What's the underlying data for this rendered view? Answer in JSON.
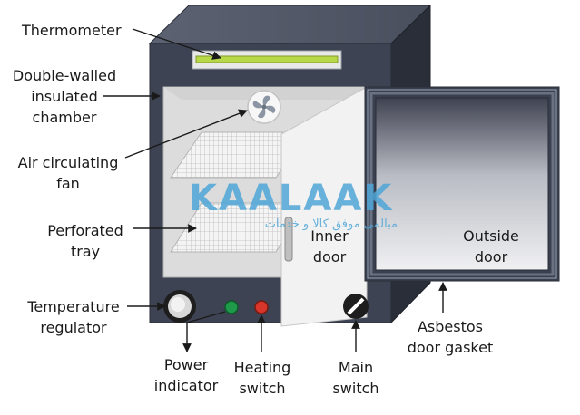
{
  "labels": {
    "thermometer": "Thermometer",
    "chamber": "Double-walled\ninsulated\nchamber",
    "fan": "Air circulating\nfan",
    "tray": "Perforated\ntray",
    "regulator": "Temperature\nregulator",
    "power": "Power\nindicator",
    "heating": "Heating\nswitch",
    "main": "Main\nswitch",
    "inner_door": "Inner\ndoor",
    "outside_door": "Outside\ndoor",
    "gasket": "Asbestos\ndoor gasket"
  },
  "watermark": {
    "latin": "KAALAAK",
    "arabic": "مبالمی موفق کالا و خدمات"
  },
  "colors": {
    "cabinet_front": "#3d4352",
    "cabinet_top": "#5a6070",
    "cabinet_side": "#262a34",
    "interior": "#dcdcdc",
    "thermometer": "#b8d84a",
    "power_indicator": "#1f9a4a",
    "heating_switch": "#d8362a",
    "door_gradient_dark": "#3f4250",
    "door_gradient_light": "#f0f0f2"
  },
  "icons": [
    "fan-icon",
    "regulator-knob-icon",
    "main-switch-icon"
  ]
}
